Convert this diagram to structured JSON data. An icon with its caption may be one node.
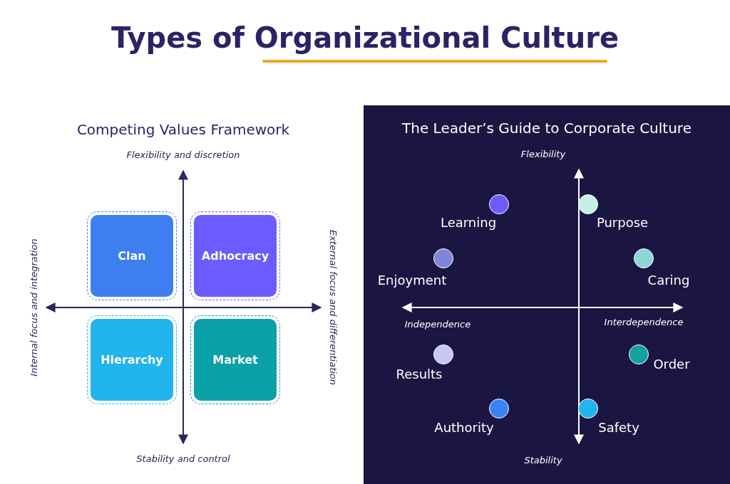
{
  "diagram": {
    "title": "Types of Organizational Culture",
    "nodes": [
      {
        "text": [
          "The Leader’s Guide to Corporate Culture"
        ]
      },
      {
        "text": [
          "Clan"
        ]
      },
      {
        "text": [
          "Adhocracy"
        ]
      },
      {
        "text": [
          "Hierarchy"
        ]
      },
      {
        "text": [
          "Market"
        ]
      },
      {
        "text": [],
        "shape": "circle",
        "beside": [
          "Learning"
        ],
        "in": 0
      },
      {
        "text": [],
        "shape": "circle",
        "beside": [
          "Purpose"
        ],
        "in": 0
      },
      {
        "text": [],
        "shape": "circle",
        "beside": [
          "Enjoyment"
        ],
        "in": 0
      },
      {
        "text": [],
        "shape": "circle",
        "beside": [
          "Caring"
        ],
        "in": 0
      },
      {
        "text": [],
        "shape": "circle",
        "beside": [
          "Results"
        ],
        "in": 0
      },
      {
        "text": [],
        "shape": "circle",
        "beside": [
          "Order"
        ],
        "in": 0
      },
      {
        "text": [],
        "shape": "circle",
        "beside": [
          "Authority"
        ],
        "in": 0
      },
      {
        "text": [],
        "shape": "circle",
        "beside": [
          "Safety"
        ],
        "in": 0
      }
    ],
    "edges": [],
    "labels": [
      "Competing Values Framework",
      "Flexibility and discretion",
      "Internal focus and integration",
      "External focus and differentiation",
      "Stability and control",
      "Flexibility",
      "Independence",
      "Interdependence",
      "Stability"
    ]
  }
}
